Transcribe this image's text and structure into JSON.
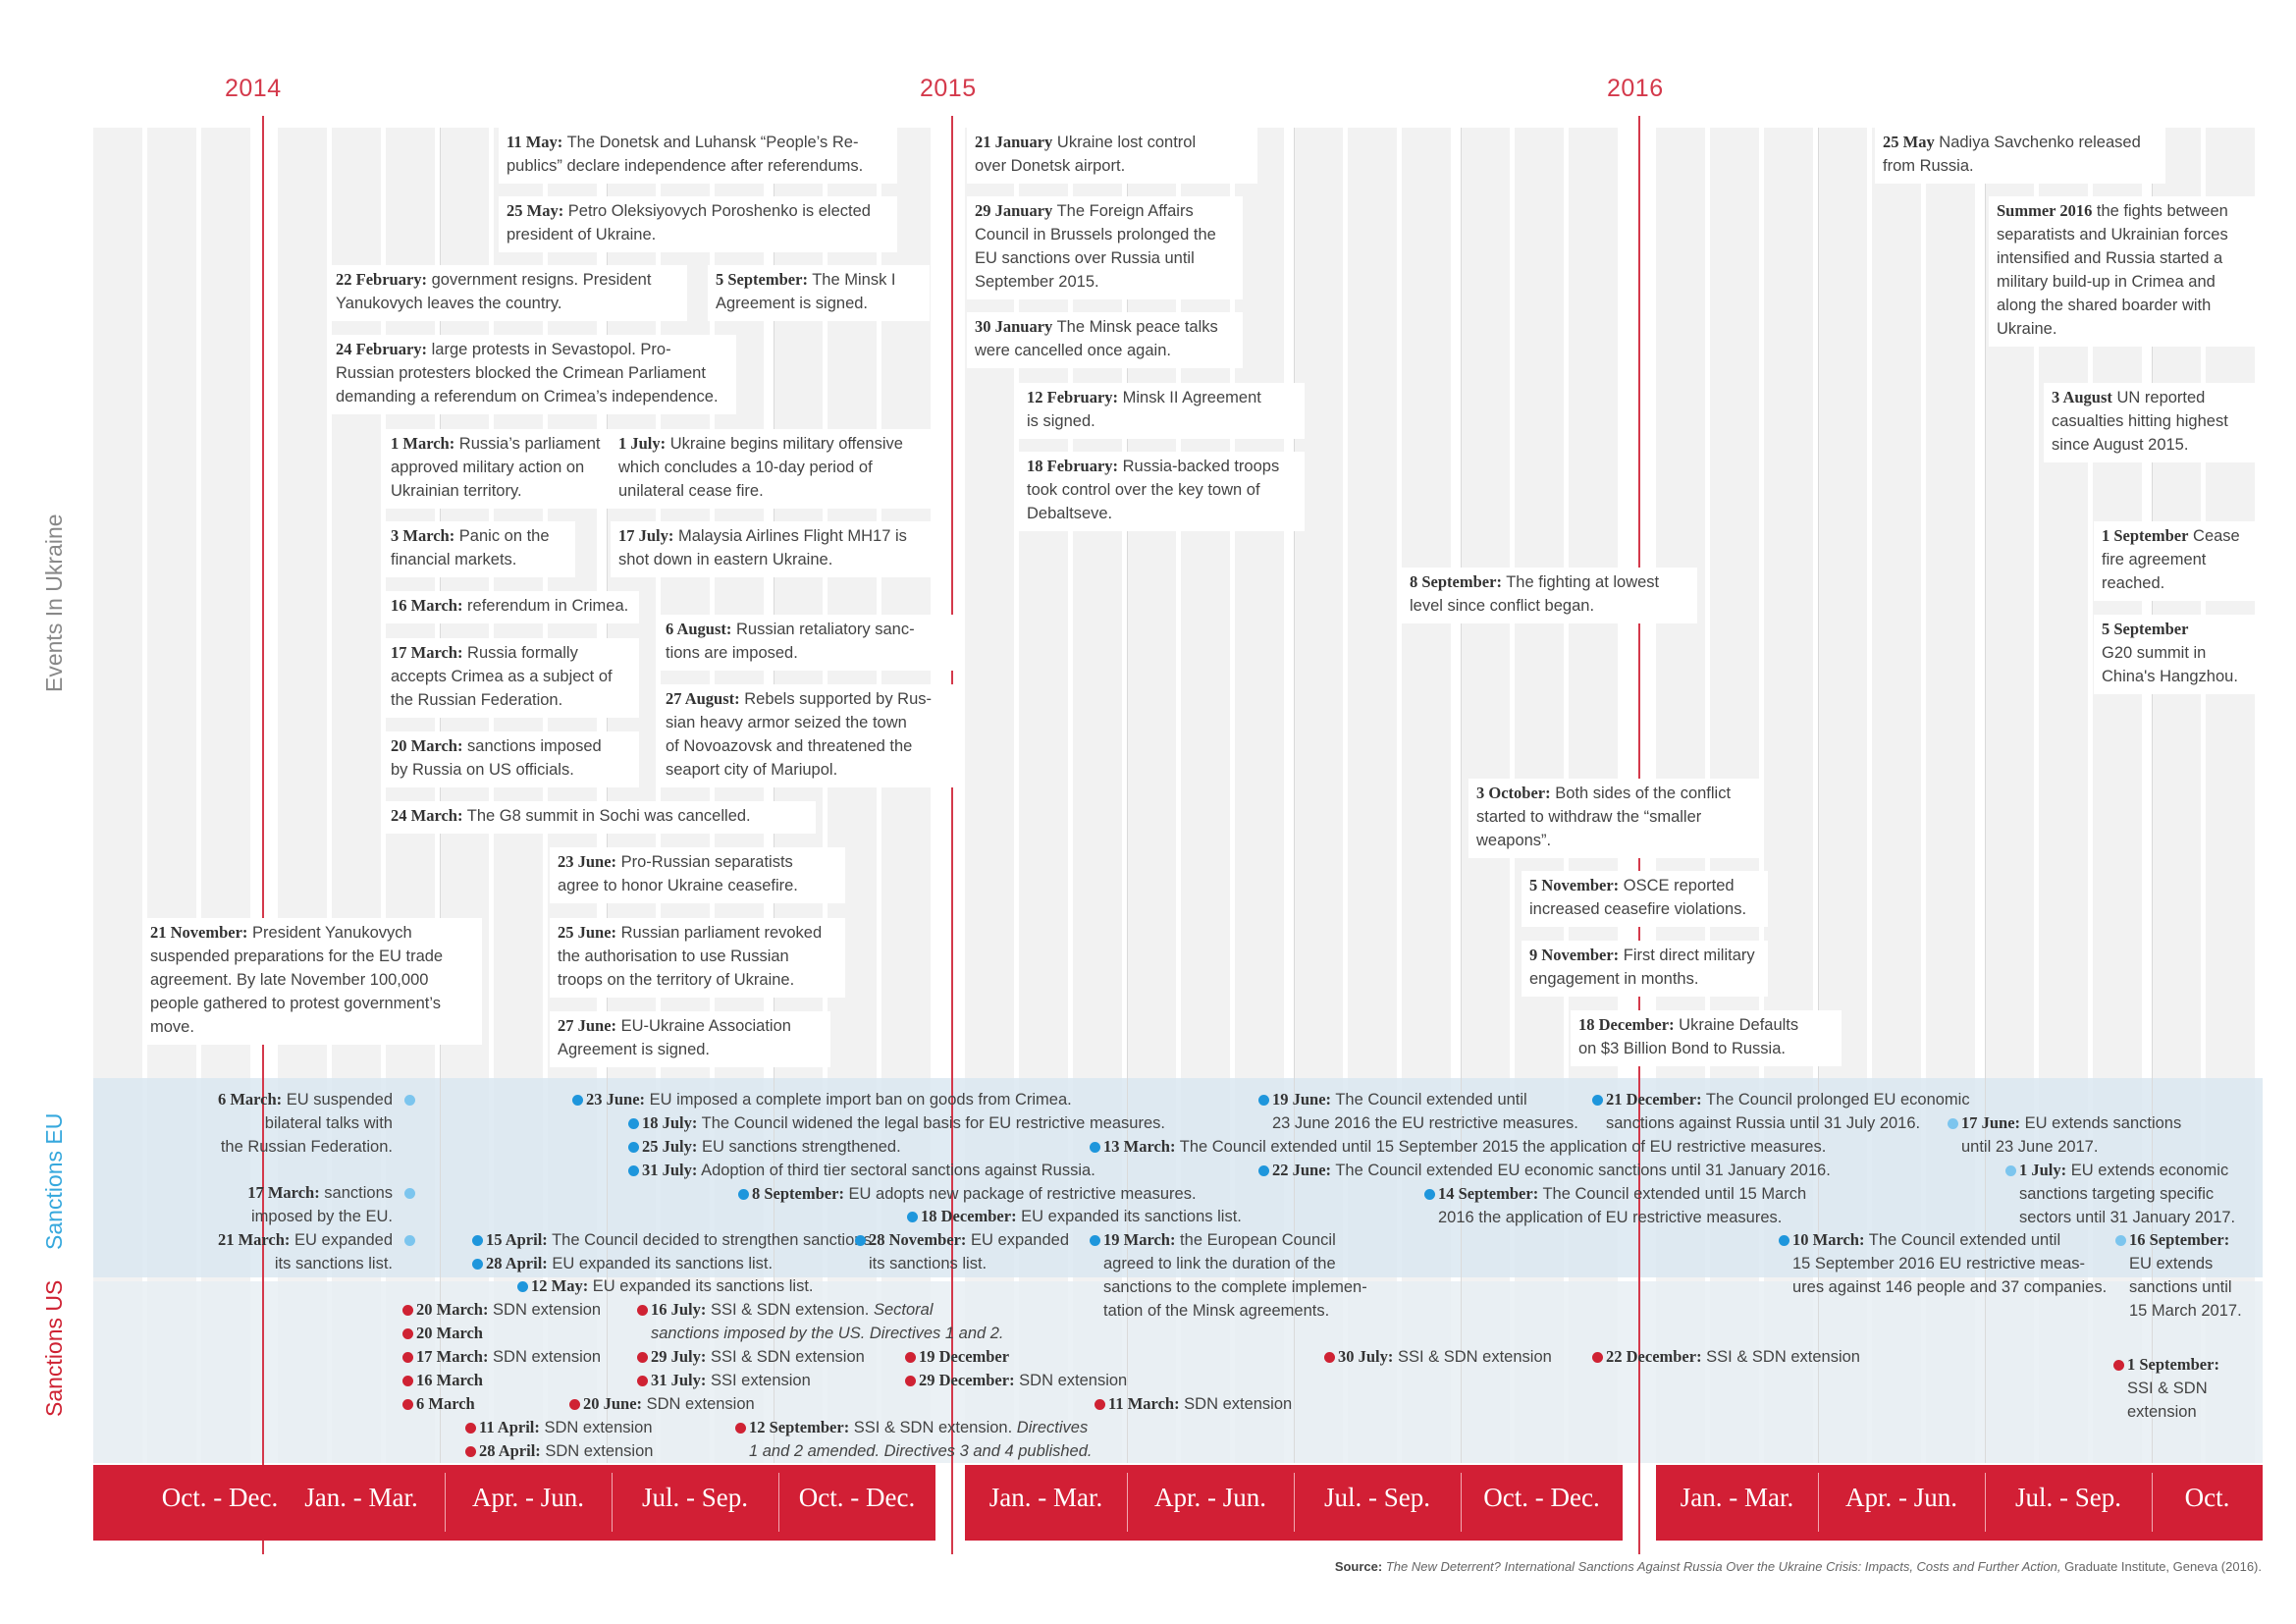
{
  "years": [
    "2014",
    "2015",
    "2016"
  ],
  "side_labels": {
    "events": "Events In Ukraine",
    "sanctions_eu": "Sanctions EU",
    "sanctions_us": "Sanctions US"
  },
  "quarters": [
    "Oct. - Dec.",
    "Jan. - Mar.",
    "Apr. - Jun.",
    "Jul. - Sep.",
    "Oct. - Dec.",
    "Jan. - Mar.",
    "Apr. - Jun.",
    "Jul. - Sep.",
    "Oct. - Dec.",
    "Jan. - Mar.",
    "Apr. - Jun.",
    "Jul. - Sep.",
    "Oct."
  ],
  "events": [
    {
      "date": "11 May:",
      "text": "The Donetsk and Luhansk “People’s Re-\npublics” declare independence after referendums."
    },
    {
      "date": "25 May:",
      "text": "Petro Oleksiyovych Poroshenko is elected\npresident of Ukraine."
    },
    {
      "date": "22 February:",
      "text": "government resigns. President\nYanukovych leaves the country."
    },
    {
      "date": "5 September:",
      "text": "The Minsk I\nAgreement is signed."
    },
    {
      "date": "24 February:",
      "text": "large protests in Sevastopol. Pro-\nRussian protesters blocked the Crimean Parliament\ndemanding a referendum on Crimea’s independence."
    },
    {
      "date": "1 March:",
      "text": "Russia’s parliament\napproved military action on\nUkrainian territory."
    },
    {
      "date": "1 July:",
      "text": "Ukraine begins military offensive\nwhich concludes a 10-day period of\nunilateral cease fire."
    },
    {
      "date": "3 March:",
      "text": "Panic on the\nfinancial markets."
    },
    {
      "date": "17 July:",
      "text": "Malaysia Airlines Flight MH17 is\nshot down in eastern Ukraine."
    },
    {
      "date": "16 March:",
      "text": "referendum in Crimea."
    },
    {
      "date": "17 March:",
      "text": "Russia formally\naccepts Crimea as a subject of\nthe Russian Federation."
    },
    {
      "date": "6 August:",
      "text": "Russian retaliatory sanc-\ntions are imposed."
    },
    {
      "date": "27 August:",
      "text": "Rebels supported by Rus-\nsian heavy armor seized the town\nof Novoazovsk and threatened the\nseaport city of Mariupol."
    },
    {
      "date": "20 March:",
      "text": "sanctions imposed\nby Russia on US officials."
    },
    {
      "date": "24 March:",
      "text": "The G8 summit in Sochi was cancelled."
    },
    {
      "date": "23 June:",
      "text": "Pro-Russian separatists\nagree to honor Ukraine ceasefire."
    },
    {
      "date": "21 November:",
      "text": "President Yanukovych\nsuspended preparations for the EU trade\nagreement. By late November 100,000\npeople gathered to protest government’s\nmove."
    },
    {
      "date": "25 June:",
      "text": "Russian parliament revoked\nthe authorisation to use Russian\ntroops on the territory of Ukraine."
    },
    {
      "date": "27 June:",
      "text": "EU-Ukraine Association\nAgreement is signed."
    },
    {
      "date": "21 January",
      "text": "Ukraine lost control\nover Donetsk airport."
    },
    {
      "date": "29 January",
      "text": "The Foreign Affairs\nCouncil in Brussels prolonged the\nEU sanctions over Russia until\nSeptember 2015."
    },
    {
      "date": "30 January",
      "text": "The Minsk peace talks\nwere cancelled once again."
    },
    {
      "date": "12 February:",
      "text": "Minsk II Agreement\nis signed."
    },
    {
      "date": "18 February:",
      "text": "Russia-backed troops\ntook control over the key town of\nDebaltseve."
    },
    {
      "date": "8 September:",
      "text": "The fighting at lowest\nlevel since conflict began."
    },
    {
      "date": "3 October:",
      "text": "Both sides of the conflict\nstarted to withdraw the “smaller\nweapons”."
    },
    {
      "date": "5 November:",
      "text": "OSCE reported\nincreased ceasefire violations."
    },
    {
      "date": "9 November:",
      "text": "First direct military\nengagement in months."
    },
    {
      "date": "18 December:",
      "text": "Ukraine Defaults\non $3 Billion Bond to Russia."
    },
    {
      "date": "25 May",
      "text": "Nadiya Savchenko released\nfrom Russia."
    },
    {
      "date": "Summer 2016",
      "text": "the fights between\nseparatists and Ukrainian forces\nintensified and Russia started a\nmilitary build-up in Crimea and\nalong the shared boarder with\nUkraine."
    },
    {
      "date": "3 August",
      "text": "UN reported\ncasualties hitting highest\nsince August 2015."
    },
    {
      "date": "1 September",
      "text": "Cease\nfire agreement\nreached."
    },
    {
      "date": "5 September",
      "text": "\nG20 summit in\nChina's Hangzhou."
    }
  ],
  "eu_sanctions": [
    {
      "date": "6 March:",
      "text": "EU suspended\nbilateral talks with\nthe Russian Federation."
    },
    {
      "date": "17 March:",
      "text": "sanctions\nimposed by the EU."
    },
    {
      "date": "21 March:",
      "text": "EU expanded\nits sanctions list."
    },
    {
      "date": "15 April:",
      "text": "The Council decided to strengthen sanctions."
    },
    {
      "date": "28 April:",
      "text": "EU expanded its sanctions list."
    },
    {
      "date": "12 May:",
      "text": "EU expanded its sanctions list."
    },
    {
      "date": "23 June:",
      "text": "EU imposed a complete import ban on goods from Crimea."
    },
    {
      "date": "18 July:",
      "text": "The Council widened the legal basis for EU restrictive measures."
    },
    {
      "date": "25 July:",
      "text": "EU sanctions strengthened."
    },
    {
      "date": "31 July:",
      "text": "Adoption of third tier sectoral sanctions against Russia."
    },
    {
      "date": "8 September:",
      "text": "EU adopts new package of restrictive measures."
    },
    {
      "date": "18 December:",
      "text": "EU expanded its sanctions list."
    },
    {
      "date": "28 November:",
      "text": "EU expanded\nits sanctions list."
    },
    {
      "date": "13 March:",
      "text": "The Council extended until 15 September 2015 the application of EU restrictive measures."
    },
    {
      "date": "19 March:",
      "text": "the European Council\nagreed to link the duration of the\nsanctions to the complete implemen-\ntation of the Minsk agreements."
    },
    {
      "date": "19 June:",
      "text": "The Council extended until\n23 June 2016 the EU restrictive measures."
    },
    {
      "date": "22 June:",
      "text": "The Council extended EU economic sanctions until 31 January 2016."
    },
    {
      "date": "14 September:",
      "text": "The Council extended until 15 March\n2016 the application of EU restrictive measures."
    },
    {
      "date": "21 December:",
      "text": "The Council prolonged EU economic\nsanctions against Russia until 31 July 2016."
    },
    {
      "date": "10 March:",
      "text": "The Council extended until\n15 September 2016 EU restrictive meas-\nures against 146 people and 37 companies."
    },
    {
      "date": "17 June:",
      "text": "EU extends sanctions\nuntil 23 June 2017."
    },
    {
      "date": "1 July:",
      "text": "EU extends economic\nsanctions targeting specific\nsectors until 31 January 2017."
    },
    {
      "date": "16 September:",
      "text": "\nEU extends\nsanctions until\n15 March 2017."
    }
  ],
  "us_sanctions": [
    {
      "date": "20 March:",
      "text": "SDN extension"
    },
    {
      "date": "20 March",
      "text": ""
    },
    {
      "date": "17 March:",
      "text": "SDN extension"
    },
    {
      "date": "16 March",
      "text": ""
    },
    {
      "date": "6 March",
      "text": ""
    },
    {
      "date": "11 April:",
      "text": "SDN extension"
    },
    {
      "date": "28 April:",
      "text": "SDN extension"
    },
    {
      "date": "20 June:",
      "text": "SDN extension"
    },
    {
      "date": "16 July:",
      "text": "SSI & SDN extension.",
      "note": "Sectoral\nsanctions imposed by the US. Directives 1 and 2."
    },
    {
      "date": "29 July:",
      "text": "SSI & SDN extension"
    },
    {
      "date": "31 July:",
      "text": "SSI extension"
    },
    {
      "date": "12 September:",
      "text": "SSI & SDN extension.",
      "note": "Directives\n1 and 2 amended. Directives 3 and 4 published."
    },
    {
      "date": "19 December",
      "text": ""
    },
    {
      "date": "29 December:",
      "text": "SDN extension"
    },
    {
      "date": "11 March:",
      "text": "SDN extension"
    },
    {
      "date": "30 July:",
      "text": "SSI & SDN extension"
    },
    {
      "date": "22 December:",
      "text": "SSI & SDN extension"
    },
    {
      "date": "1 September:",
      "text": "\nSSI & SDN\nextension"
    }
  ],
  "source": {
    "label": "Source:",
    "citation": "The New Deterrent? International Sanctions Against Russia Over the Ukraine Crisis: Impacts, Costs and Further Action,",
    "publisher": "Graduate Institute, Geneva (2016)."
  },
  "colors": {
    "red": "#d21f35",
    "eu_blue": "#1e96dc",
    "eu_light_blue": "#7cc5ee",
    "eu_band": "#dbe8f1",
    "us_band": "#e7eef3",
    "grey_column": "#f2f2f2"
  }
}
